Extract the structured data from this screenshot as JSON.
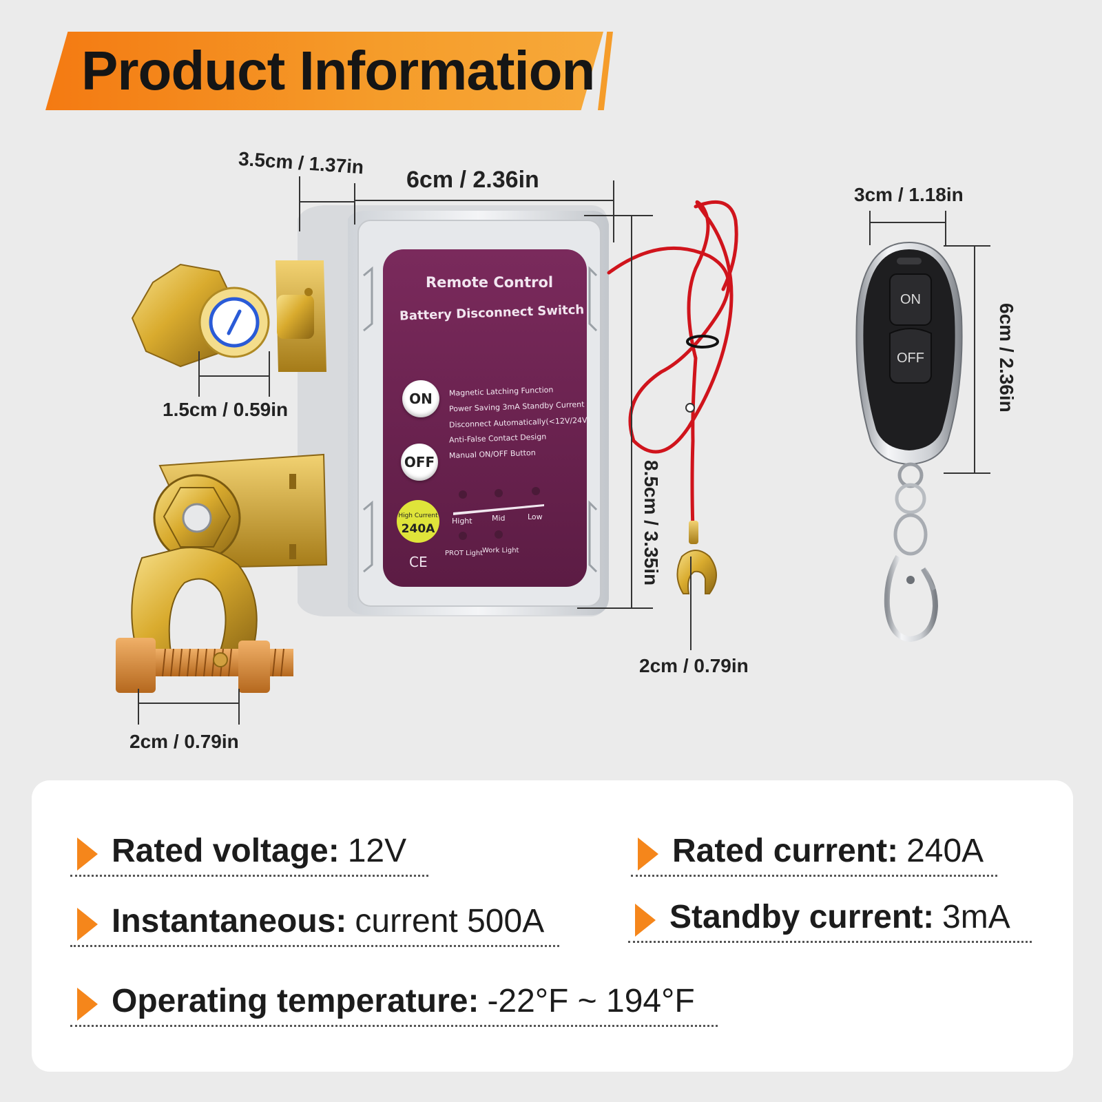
{
  "title": "Product Information",
  "dimensions": {
    "terminal_depth": "3.5cm / 1.37in",
    "switch_width": "6cm / 2.36in",
    "post_diameter": "1.5cm / 0.59in",
    "switch_height": "8.5cm / 3.35in",
    "ring_terminal": "2cm / 0.79in",
    "clamp_width": "2cm / 0.79in",
    "remote_width": "3cm / 1.18in",
    "remote_height": "6cm / 2.36in"
  },
  "switch_panel": {
    "title_line1": "Remote Control",
    "title_line2": "Battery Disconnect Switch",
    "on_label": "ON",
    "off_label": "OFF",
    "features": [
      "Magnetic Latching Function",
      "Power Saving 3mA Standby Current",
      "Disconnect Automatically(<12V/24V)",
      "Anti-False Contact Design",
      "Manual ON/OFF Button"
    ],
    "current_badge_line1": "High Current",
    "current_badge_line2": "240A",
    "levels": [
      "Hight",
      "Mid",
      "Low"
    ],
    "prot_light": "PROT Light",
    "work_light": "Work Light",
    "ce_mark": "CE"
  },
  "remote": {
    "on_label": "ON",
    "off_label": "OFF"
  },
  "specs": [
    {
      "label": "Rated voltage:",
      "value": "12V"
    },
    {
      "label": "Rated current:",
      "value": "240A"
    },
    {
      "label": "Instantaneous:",
      "value": "current 500A"
    },
    {
      "label": "Standby current:",
      "value": "3mA"
    },
    {
      "label": "Operating temperature:",
      "value": "-22°F ~ 194°F"
    }
  ],
  "colors": {
    "accent_orange": "#f5861b",
    "panel_purple": "#6b2350",
    "brass": "#d4a72c",
    "wire_red": "#d0141c"
  }
}
